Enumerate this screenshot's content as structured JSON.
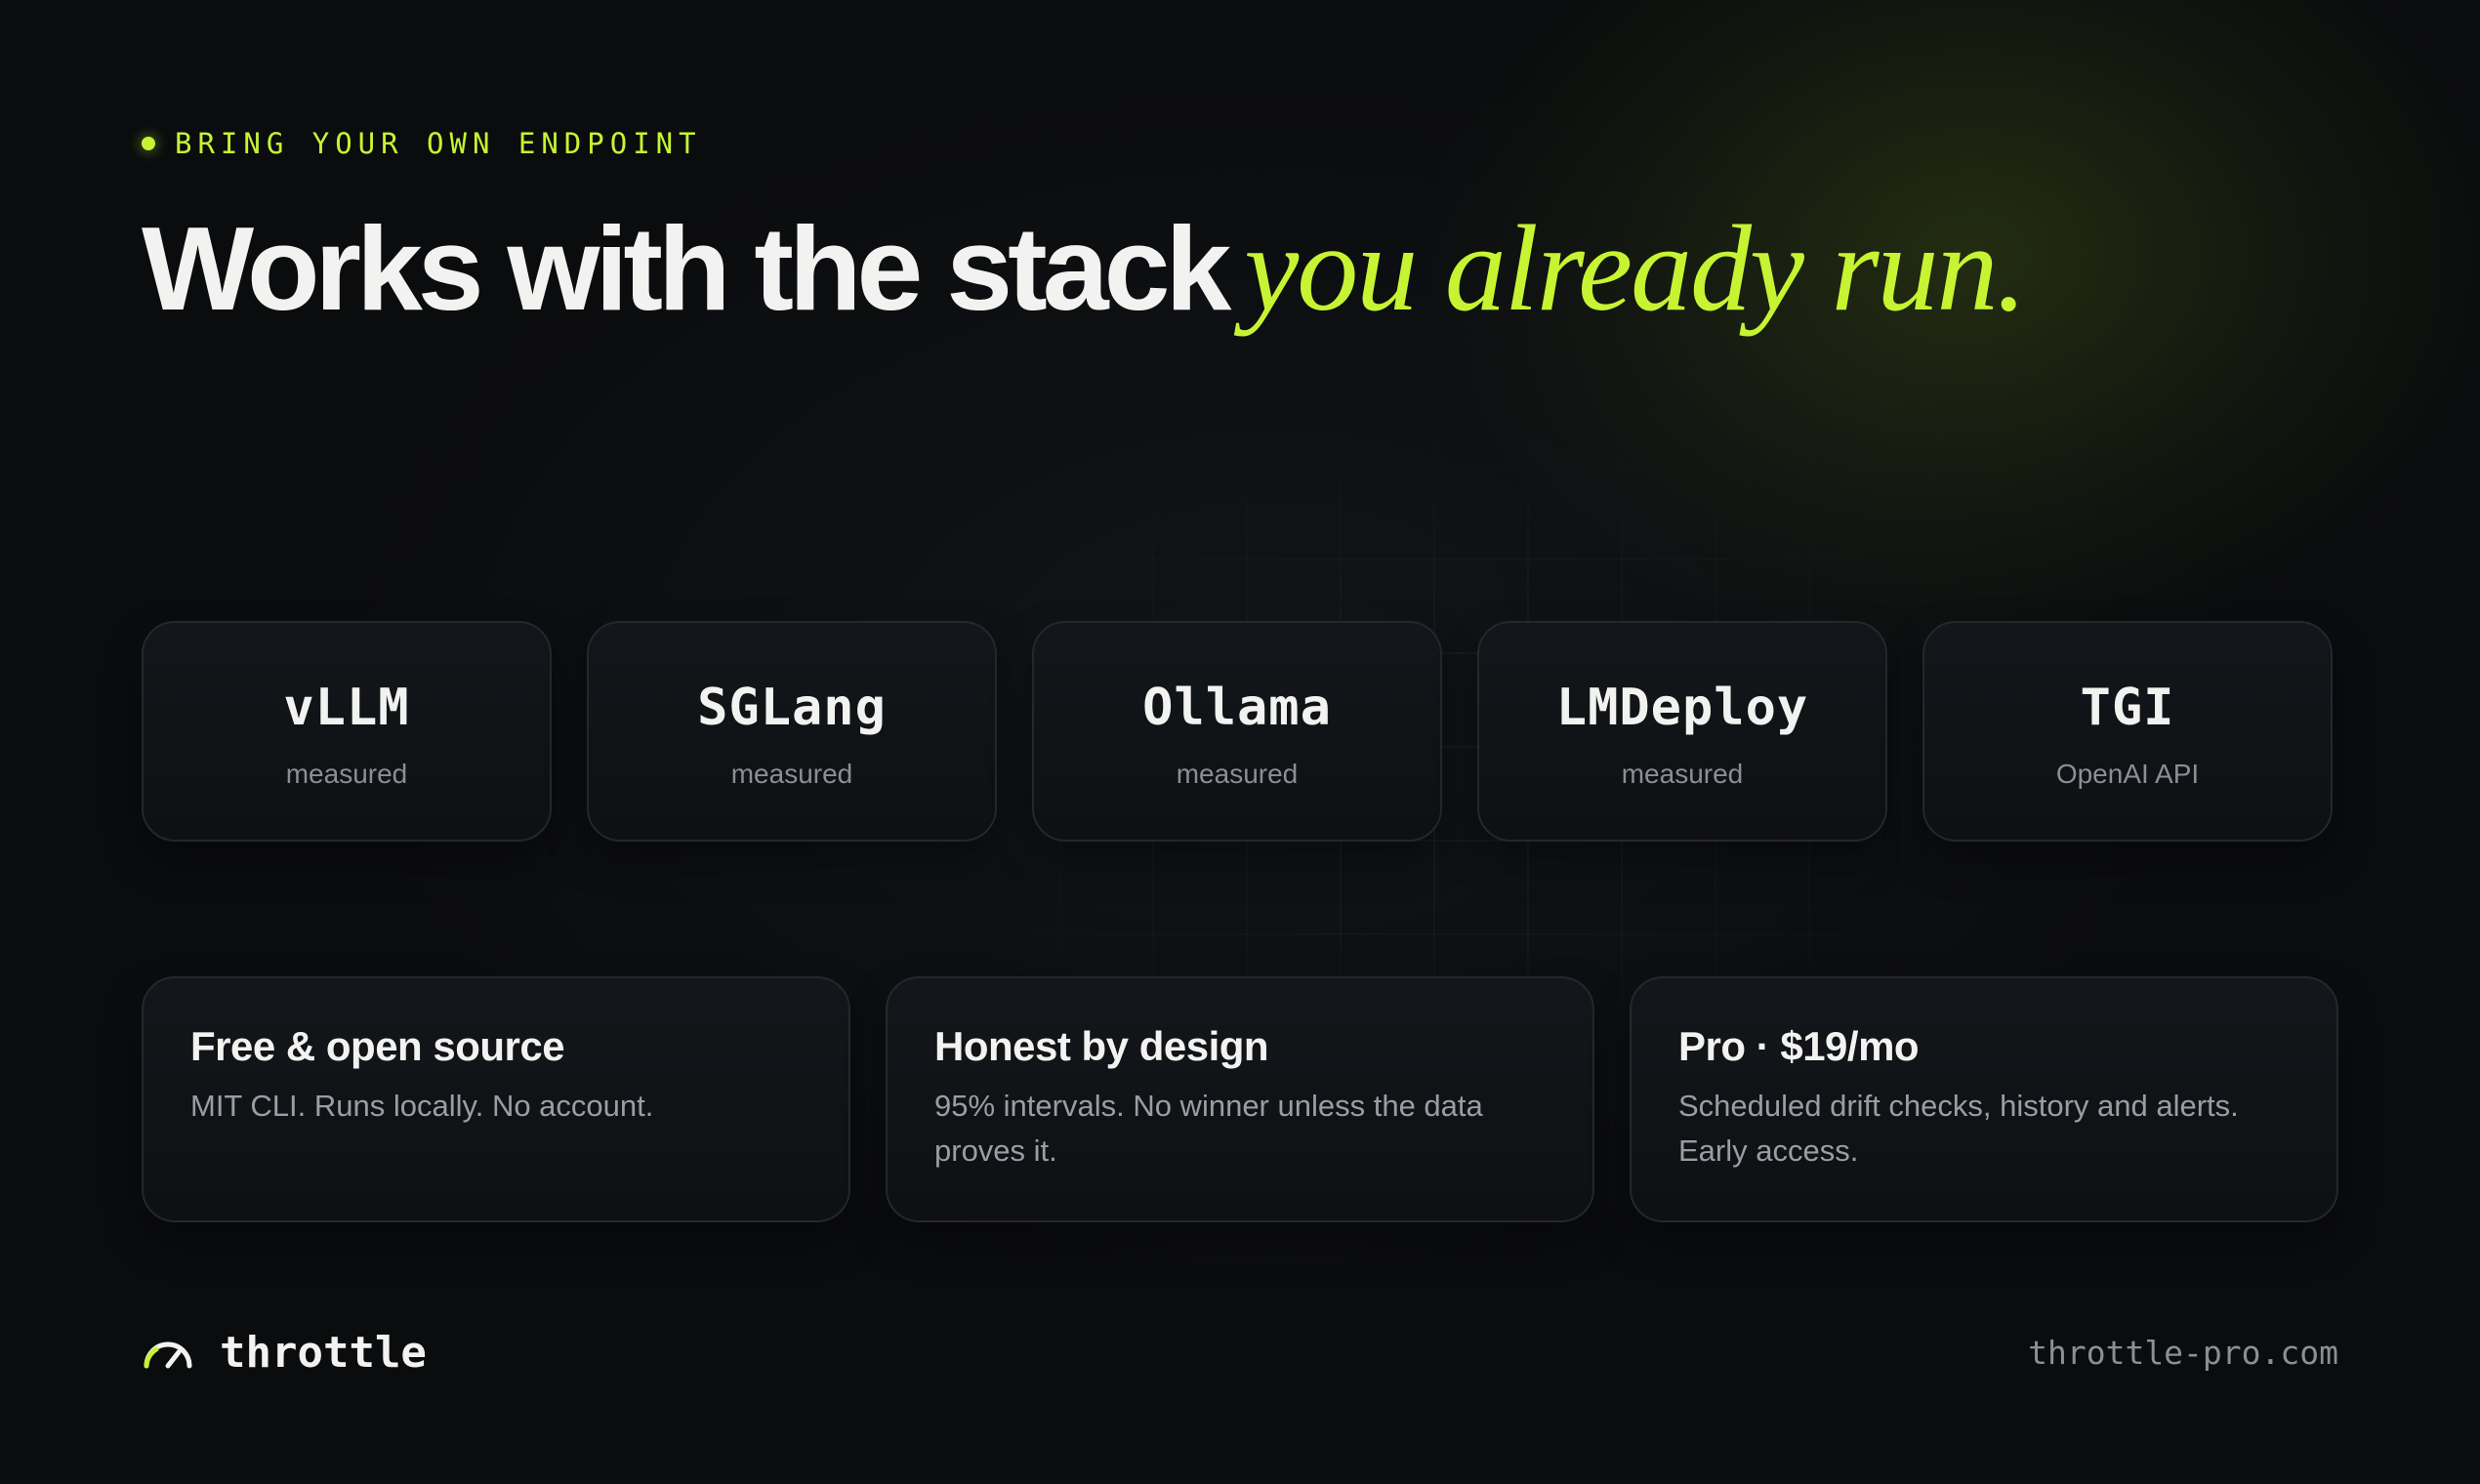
{
  "eyebrow": {
    "text": "BRING YOUR OWN ENDPOINT"
  },
  "headline": {
    "main": "Works with the stack",
    "accent": "you already run."
  },
  "engines": [
    {
      "name": "vLLM",
      "sub": "measured"
    },
    {
      "name": "SGLang",
      "sub": "measured"
    },
    {
      "name": "Ollama",
      "sub": "measured"
    },
    {
      "name": "LMDeploy",
      "sub": "measured"
    },
    {
      "name": "TGI",
      "sub": "OpenAI API"
    }
  ],
  "features": [
    {
      "title": "Free & open source",
      "desc": "MIT CLI. Runs locally. No account."
    },
    {
      "title": "Honest by design",
      "desc": "95% intervals. No winner unless the data proves it."
    },
    {
      "title": "Pro · $19/mo",
      "desc": "Scheduled drift checks, history and alerts. Early access."
    }
  ],
  "footer": {
    "brand": "throttle",
    "url": "throttle-pro.com",
    "logo_icon": "gauge-icon"
  },
  "colors": {
    "accent": "#c6f432",
    "background": "#0b0c0e",
    "card": "#111317",
    "muted": "#8b8f95"
  }
}
